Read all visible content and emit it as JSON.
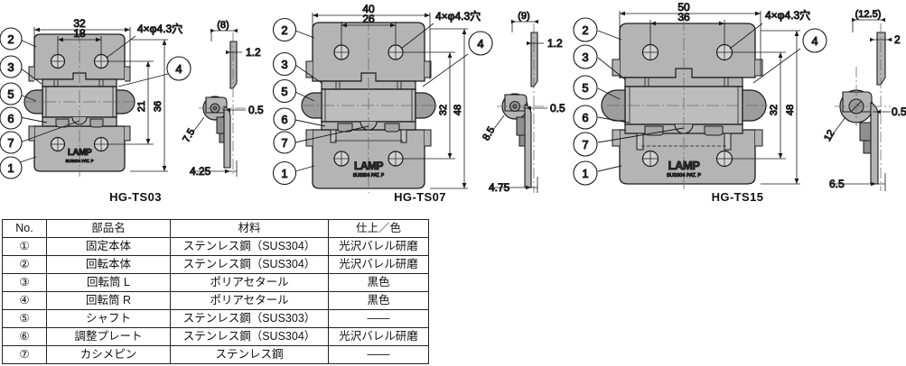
{
  "drawings": [
    {
      "id": "HG-TS03",
      "title": "HG-TS03",
      "front_view": {
        "width_overall": "32",
        "width_holes": "18",
        "height_overall": "36",
        "height_holes": "21",
        "hole_note": "4×φ4.3穴",
        "logo": "LAMP",
        "logo_sub": "SUS304   PAT. P"
      },
      "side_view": {
        "depth_bracket": "(8)",
        "thickness_top": "1.2",
        "thickness_gap": "0.5",
        "knuckle_dia": "7.5",
        "offset_bottom": "4.25"
      },
      "callouts_left": [
        "2",
        "3",
        "5",
        "6",
        "7",
        "1"
      ],
      "callouts_right": [
        "4"
      ]
    },
    {
      "id": "HG-TS07",
      "title": "HG-TS07",
      "front_view": {
        "width_overall": "40",
        "width_holes": "26",
        "height_overall": "48",
        "height_holes": "32",
        "hole_note": "4×φ4.3穴",
        "logo": "LAMP",
        "logo_sub": "SUS304   PAT. P"
      },
      "side_view": {
        "depth_bracket": "(9)",
        "thickness_top": "1.2",
        "thickness_gap": "0.5",
        "knuckle_dia": "8.5",
        "offset_bottom": "4.75"
      },
      "callouts_left": [
        "2",
        "3",
        "5",
        "6",
        "7",
        "1"
      ],
      "callouts_right": [
        "4"
      ]
    },
    {
      "id": "HG-TS15",
      "title": "HG-TS15",
      "front_view": {
        "width_overall": "50",
        "width_holes": "36",
        "height_overall": "48",
        "height_holes": "32",
        "hole_note": "4×φ4.3穴",
        "logo": "LAMP",
        "logo_sub": "SUS304   PAT. P"
      },
      "side_view": {
        "depth_bracket": "(12.5)",
        "thickness_top": "2",
        "thickness_gap": "0.5",
        "knuckle_dia": "12",
        "offset_bottom": "6.5"
      },
      "callouts_left": [
        "2",
        "3",
        "5",
        "6",
        "7",
        "1"
      ],
      "callouts_right": [
        "4"
      ]
    }
  ],
  "parts_table": {
    "headers": [
      "No.",
      "部品名",
      "材料",
      "仕上／色"
    ],
    "rows": [
      {
        "no": "①",
        "name": "固定本体",
        "material": "ステンレス鋼（SUS304）",
        "finish": "光沢バレル研磨"
      },
      {
        "no": "②",
        "name": "回転本体",
        "material": "ステンレス鋼（SUS304）",
        "finish": "光沢バレル研磨"
      },
      {
        "no": "③",
        "name": "回転筒 L",
        "material": "ポリアセタール",
        "finish": "黒色"
      },
      {
        "no": "④",
        "name": "回転筒 R",
        "material": "ポリアセタール",
        "finish": "黒色"
      },
      {
        "no": "⑤",
        "name": "シャフト",
        "material": "ステンレス鋼（SUS303）",
        "finish": "——"
      },
      {
        "no": "⑥",
        "name": "調整プレート",
        "material": "ステンレス鋼（SUS304）",
        "finish": "光沢バレル研磨"
      },
      {
        "no": "⑦",
        "name": "カシメピン",
        "material": "ステンレス鋼",
        "finish": "——"
      }
    ]
  },
  "colors": {
    "plate_fill": "#b4b4b4",
    "barrel_fill": "#bdbdbd",
    "dark_fill": "#8a8a8a",
    "line": "#1a1a1a",
    "center_line": "#6b6b6b"
  }
}
